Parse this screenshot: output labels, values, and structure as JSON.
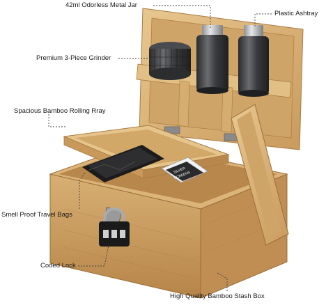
{
  "labels": {
    "jar": "42ml Odorless Metal Jar",
    "ashtray": "Plastic Ashtray",
    "grinder": "Premium 3-Piece Grinder",
    "tray": "Spacious Bamboo Rolling Rray",
    "bags": "Smell Proof Travel Bags",
    "lock": "Coded Lock",
    "box": "High Quality Bamboo Stash Box"
  },
  "product_text": {
    "screens_line1": "SILVER",
    "screens_line2": "SCREENS"
  },
  "colors": {
    "bamboo_light": "#e2bf84",
    "bamboo_mid": "#cfa468",
    "bamboo_dark": "#a97a42",
    "metal_dark": "#3a3b3d",
    "leader_line": "#444444"
  }
}
